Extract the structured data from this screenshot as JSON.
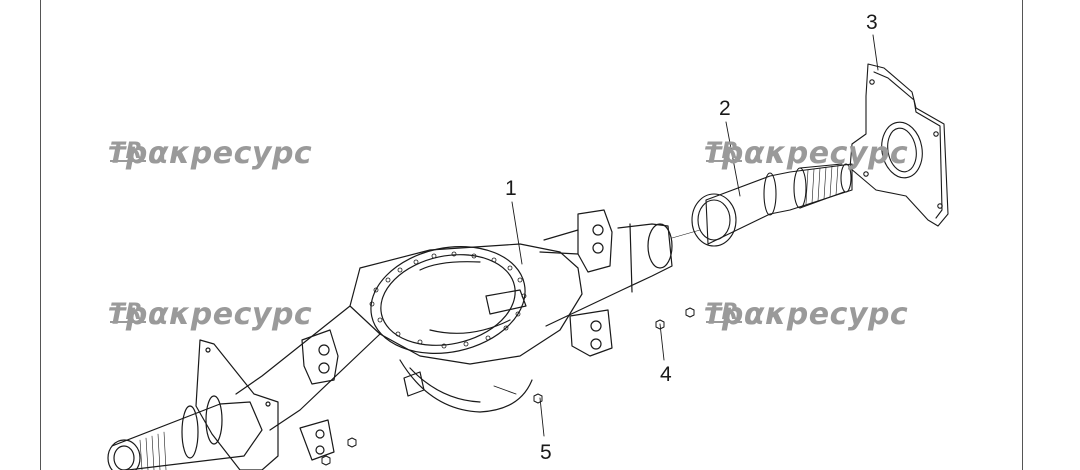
{
  "callouts": {
    "c1": "1",
    "c2": "2",
    "c3": "3",
    "c4": "4",
    "c5": "5"
  },
  "watermark": {
    "text": "трακресурс",
    "logo": "TR-logo"
  },
  "colors": {
    "line": "#1a1a1a",
    "watermark": "#9a9a9a",
    "background": "#ffffff"
  }
}
